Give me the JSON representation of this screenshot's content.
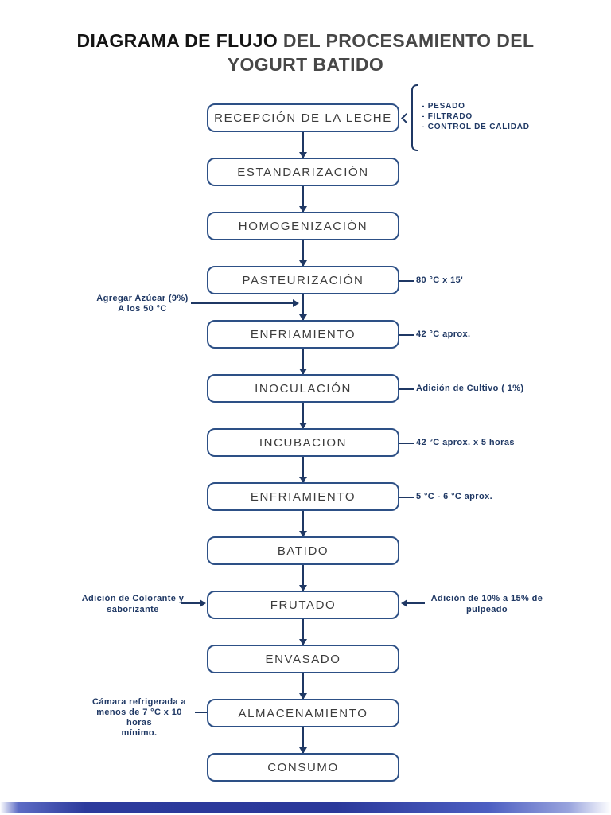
{
  "title": {
    "part1": "DIAGRAMA DE FLUJO",
    "part2": " DEL PROCESAMIENTO DEL",
    "line2": "YOGURT BATIDO"
  },
  "steps": [
    {
      "label": "RECEPCIÓN DE LA LECHE"
    },
    {
      "label": "ESTANDARIZACIÓN"
    },
    {
      "label": "HOMOGENIZACIÓN"
    },
    {
      "label": "PASTEURIZACIÓN"
    },
    {
      "label": "ENFRIAMIENTO"
    },
    {
      "label": "INOCULACIÓN"
    },
    {
      "label": "INCUBACION"
    },
    {
      "label": "ENFRIAMIENTO"
    },
    {
      "label": "BATIDO"
    },
    {
      "label": "FRUTADO"
    },
    {
      "label": "ENVASADO"
    },
    {
      "label": "ALMACENAMIENTO"
    },
    {
      "label": "CONSUMO"
    }
  ],
  "reception_notes": {
    "items": [
      "-  PESADO",
      "-  FILTRADO",
      "-  CONTROL DE CALIDAD"
    ]
  },
  "side_notes": {
    "pasteurizacion": "80 °C x 15'",
    "enfriamiento1": "42 °C  aprox.",
    "inoculacion": "Adición de  Cultivo ( 1%)",
    "incubacion": "42 °C  aprox. x 5 horas",
    "enfriamiento2": "5 °C - 6 °C  aprox.",
    "azucar_line1": "Agregar Azúcar (9%)",
    "azucar_line2": "A los 50 °C",
    "colorante_line1": "Adición de  Colorante y",
    "colorante_line2": "saborizante",
    "pulpeado_line1": "Adición de  10% a  15% de",
    "pulpeado_line2": "pulpeado",
    "camara_line1": "Cámara refrigerada a",
    "camara_line2": "menos de 7 °C x 10 horas",
    "camara_line3": "mínimo."
  },
  "colors": {
    "connector_line": "#1F3864",
    "box_border": "#2D5086",
    "box_text": "#3C3C3C",
    "note_text": "#1F3864",
    "title_primary": "#141414",
    "title_secondary": "#474747",
    "footer_bar": "#2C3A9C"
  }
}
